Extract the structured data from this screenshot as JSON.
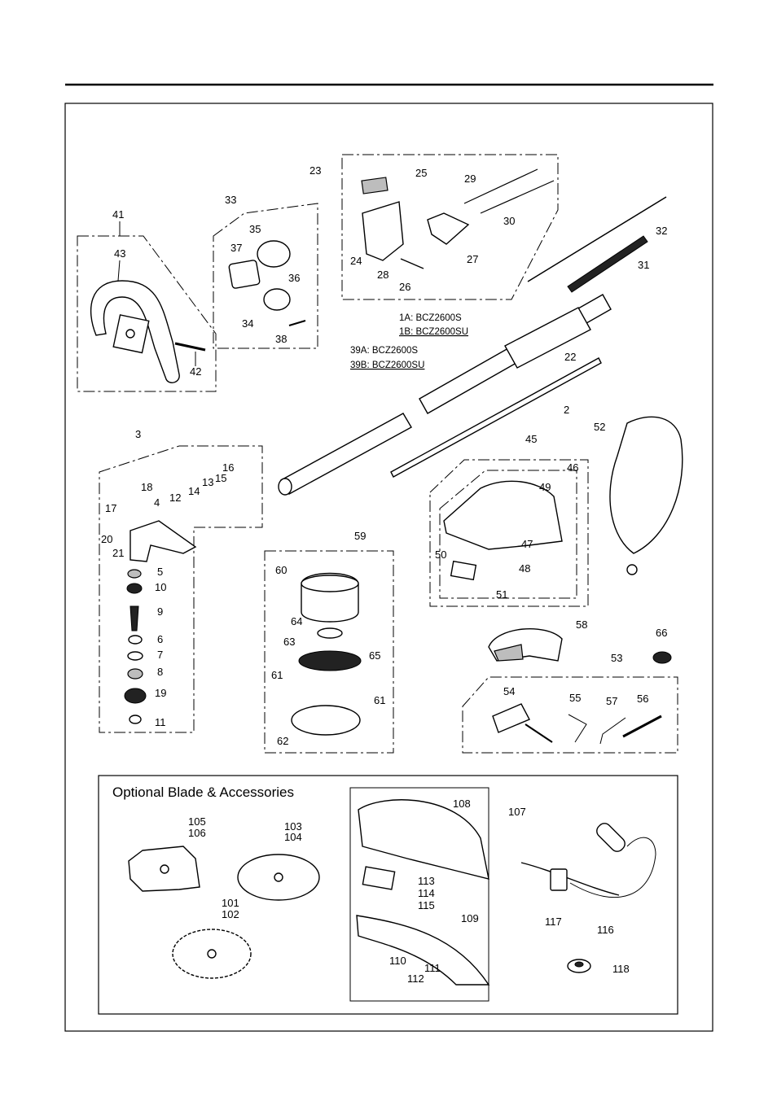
{
  "diagram": {
    "section_title": "Optional Blade & Accessories",
    "model_notes": {
      "shaft_1": "1A: BCZ2600S",
      "shaft_2": "1B: BCZ2600SU",
      "drive_1": "39A: BCZ2600S",
      "drive_2": "39B: BCZ2600SU"
    },
    "labels": {
      "p2": "2",
      "p3": "3",
      "p4": "4",
      "p5": "5",
      "p6": "6",
      "p7": "7",
      "p8": "8",
      "p9": "9",
      "p10": "10",
      "p11": "11",
      "p12": "12",
      "p13": "13",
      "p14": "14",
      "p15": "15",
      "p16": "16",
      "p17": "17",
      "p18": "18",
      "p19": "19",
      "p20": "20",
      "p21": "21",
      "p22": "22",
      "p23": "23",
      "p24": "24",
      "p25": "25",
      "p26": "26",
      "p27": "27",
      "p28": "28",
      "p29": "29",
      "p30": "30",
      "p31": "31",
      "p32": "32",
      "p33": "33",
      "p34": "34",
      "p35": "35",
      "p36": "36",
      "p37": "37",
      "p38": "38",
      "p41": "41",
      "p42": "42",
      "p43": "43",
      "p45": "45",
      "p46": "46",
      "p47": "47",
      "p48": "48",
      "p49": "49",
      "p50": "50",
      "p51": "51",
      "p52": "52",
      "p53": "53",
      "p54": "54",
      "p55": "55",
      "p56": "56",
      "p57": "57",
      "p58": "58",
      "p59": "59",
      "p60": "60",
      "p61a": "61",
      "p61b": "61",
      "p62": "62",
      "p63": "63",
      "p64": "64",
      "p65": "65",
      "p66": "66",
      "p101": "101",
      "p102": "102",
      "p103": "103",
      "p104": "104",
      "p105": "105",
      "p106": "106",
      "p107": "107",
      "p108": "108",
      "p109": "109",
      "p110": "110",
      "p111": "111",
      "p112": "112",
      "p113": "113",
      "p114": "114",
      "p115": "115",
      "p116": "116",
      "p117": "117",
      "p118": "118"
    }
  }
}
